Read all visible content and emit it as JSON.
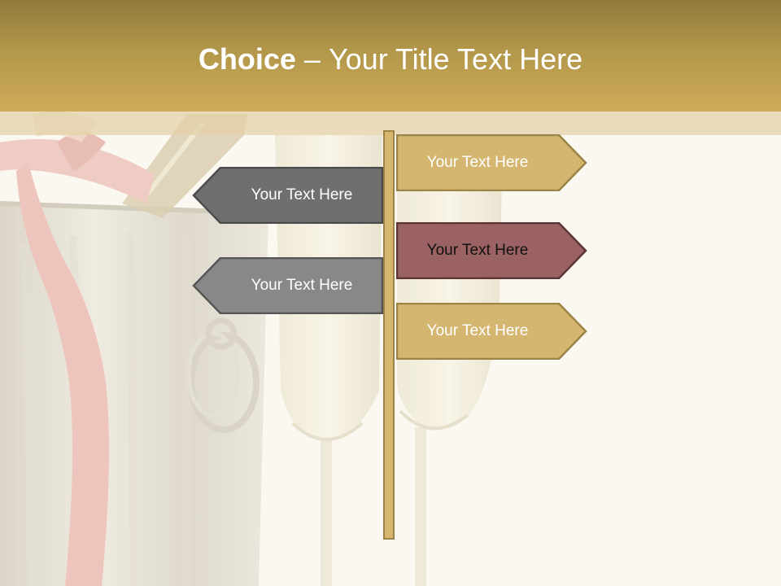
{
  "slide": {
    "title_bold": "Choice",
    "title_separator": "–",
    "title_rest": "Your Title Text Here"
  },
  "signs": [
    {
      "text": "Your Text Here",
      "direction": "right",
      "fill": "#d4b670",
      "stroke": "#9c8346",
      "text_color": "#ffffff"
    },
    {
      "text": "Your Text Here",
      "direction": "left",
      "fill": "#6f6f6f",
      "stroke": "#4c4c4c",
      "text_color": "#ffffff"
    },
    {
      "text": "Your Text Here",
      "direction": "right",
      "fill": "#9a6262",
      "stroke": "#5c3434",
      "text_color": "#111111"
    },
    {
      "text": "Your Text Here",
      "direction": "left",
      "fill": "#888888",
      "stroke": "#555555",
      "text_color": "#ffffff"
    },
    {
      "text": "Your Text Here",
      "direction": "right",
      "fill": "#d4b670",
      "stroke": "#9c8346",
      "text_color": "#ffffff"
    }
  ],
  "colors": {
    "header_dark": "#8f7b3d",
    "header_light": "#cdaa57",
    "background": "#fbf8f1",
    "post": "#d6b76d"
  }
}
